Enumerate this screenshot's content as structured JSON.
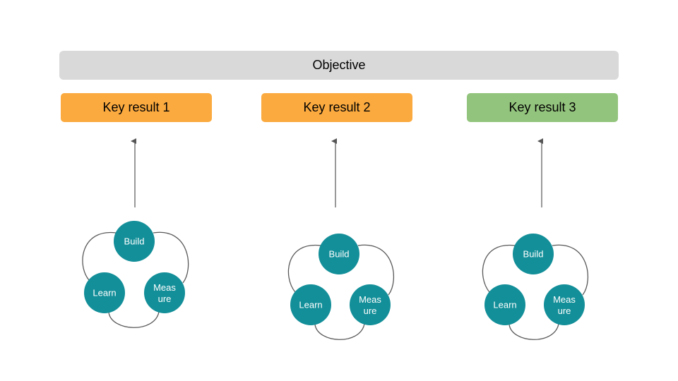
{
  "objective": {
    "label": "Objective",
    "color": "#d9d9d9"
  },
  "key_results": [
    {
      "label": "Key result 1",
      "color": "#fbaa3f"
    },
    {
      "label": "Key result 2",
      "color": "#fbaa3f"
    },
    {
      "label": "Key result 3",
      "color": "#93c47d"
    }
  ],
  "cycles": [
    {
      "build": "Build",
      "measure": [
        "Meas",
        "ure"
      ],
      "learn": "Learn"
    },
    {
      "build": "Build",
      "measure": [
        "Meas",
        "ure"
      ],
      "learn": "Learn"
    },
    {
      "build": "Build",
      "measure": [
        "Meas",
        "ure"
      ],
      "learn": "Learn"
    }
  ],
  "colors": {
    "node": "#138f99",
    "arrow": "#555555",
    "loop": "#595959"
  }
}
